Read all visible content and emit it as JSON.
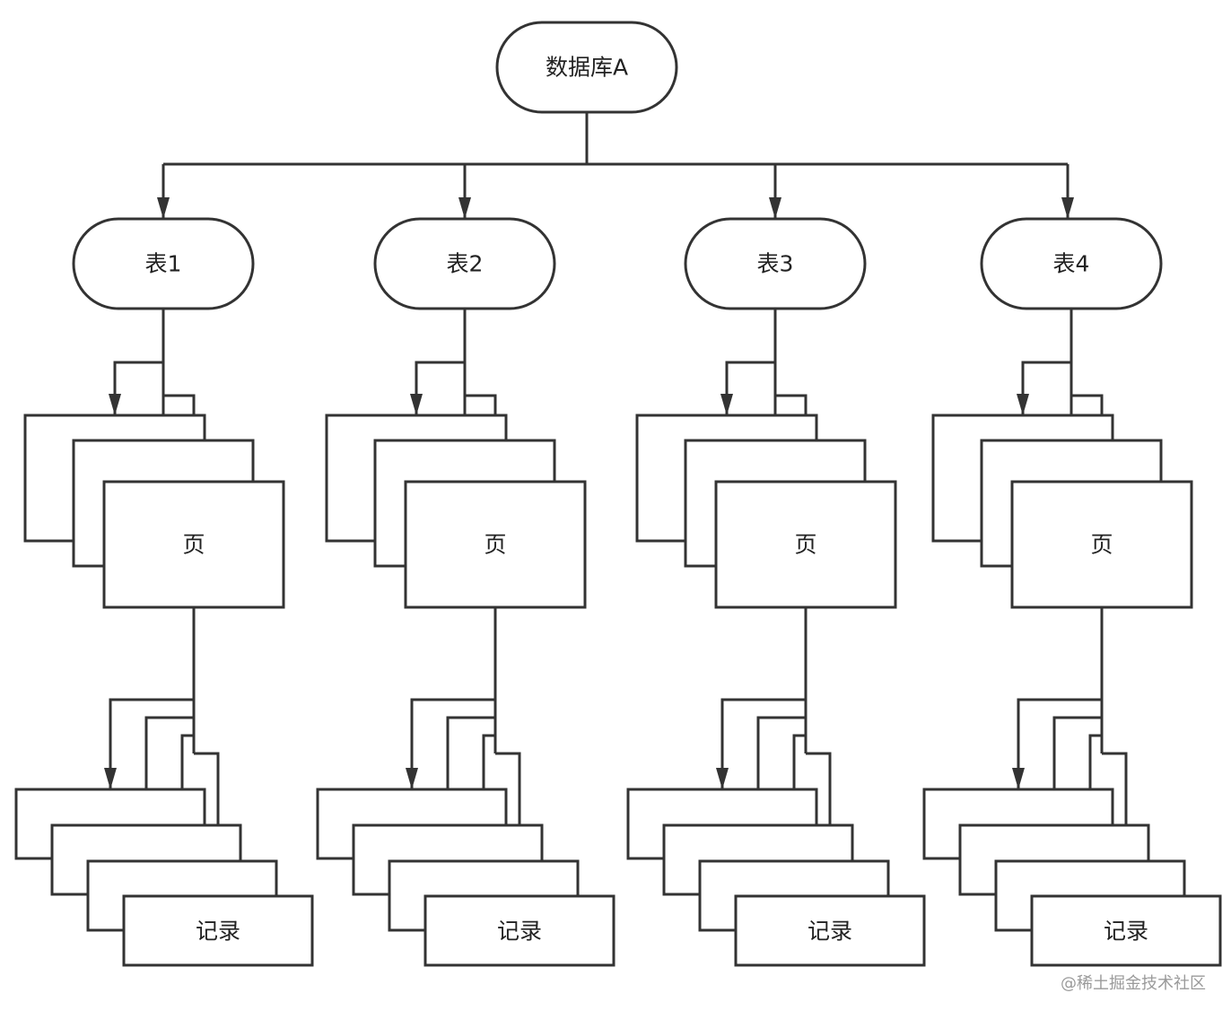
{
  "root": {
    "label": "数据库A"
  },
  "tables": [
    {
      "label": "表1",
      "page_label": "页",
      "record_label": "记录"
    },
    {
      "label": "表2",
      "page_label": "页",
      "record_label": "记录"
    },
    {
      "label": "表3",
      "page_label": "页",
      "record_label": "记录"
    },
    {
      "label": "表4",
      "page_label": "页",
      "record_label": "记录"
    }
  ],
  "watermark": "@稀土掘金技术社区",
  "colors": {
    "stroke": "#333333",
    "background": "#ffffff",
    "watermark": "#9a9a9a"
  }
}
